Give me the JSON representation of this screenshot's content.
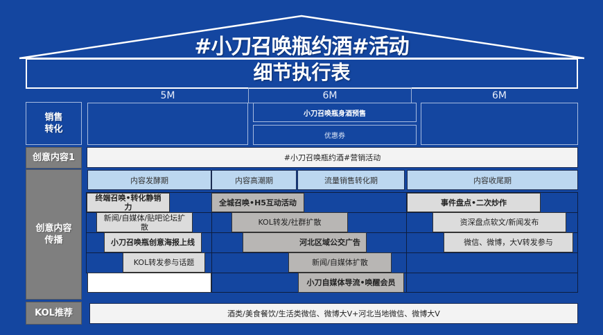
{
  "header": {
    "title": "#小刀召唤瓶约酒#活动",
    "subtitle": "细节执行表"
  },
  "months": [
    "5M",
    "6M",
    "6M"
  ],
  "rows": {
    "sales": {
      "label": "销售\n转化",
      "label_line1": "销售",
      "label_line2": "转化",
      "items": [
        "小刀召唤瓶身酒预售",
        "优惠券"
      ]
    },
    "creative1": {
      "label": "创意内容1",
      "bar": "#小刀召唤瓶约酒#营销活动"
    },
    "spread": {
      "label_line1": "创意内容",
      "label_line2": "传播",
      "phases": [
        "内容发酵期",
        "内容高潮期",
        "流量销售转化期",
        "内容收尾期"
      ],
      "tasks": {
        "left": [
          {
            "text": "终端召唤•转化静销力",
            "line1": "终端召唤•转化静销",
            "line2": "力"
          },
          {
            "text": "新闻/自媒体/贴吧论坛扩散",
            "line1": "新闻/自媒体/贴吧论坛扩",
            "line2": "散"
          },
          {
            "text": "小刀召唤瓶创意海报上线"
          },
          {
            "text": "KOL转发参与话题"
          }
        ],
        "middle": [
          {
            "text": "全城召唤•H5互动活动"
          },
          {
            "text": "KOL转发/社群扩散"
          },
          {
            "text": "河北区域公交广告"
          },
          {
            "text": "新闻/自媒体扩散"
          },
          {
            "text": "小刀自媒体导流•唤醒会员"
          }
        ],
        "right": [
          {
            "text": "事件盘点•二次炒作"
          },
          {
            "text": "资深盘点软文/新闻发布"
          },
          {
            "text": "微信、微博，大V转发参与"
          }
        ]
      }
    },
    "kol": {
      "label": "KOL推荐",
      "bar": "酒类/美食餐饮/生活类微信、微博大V+河北当地微信、微博大V"
    }
  },
  "colors": {
    "background": "#1446a0",
    "label_gray": "#7f7f7f",
    "phase_blue": "#bcd7f0",
    "task_light": "#dcdcdc",
    "task_mid": "#b8b6b4"
  }
}
